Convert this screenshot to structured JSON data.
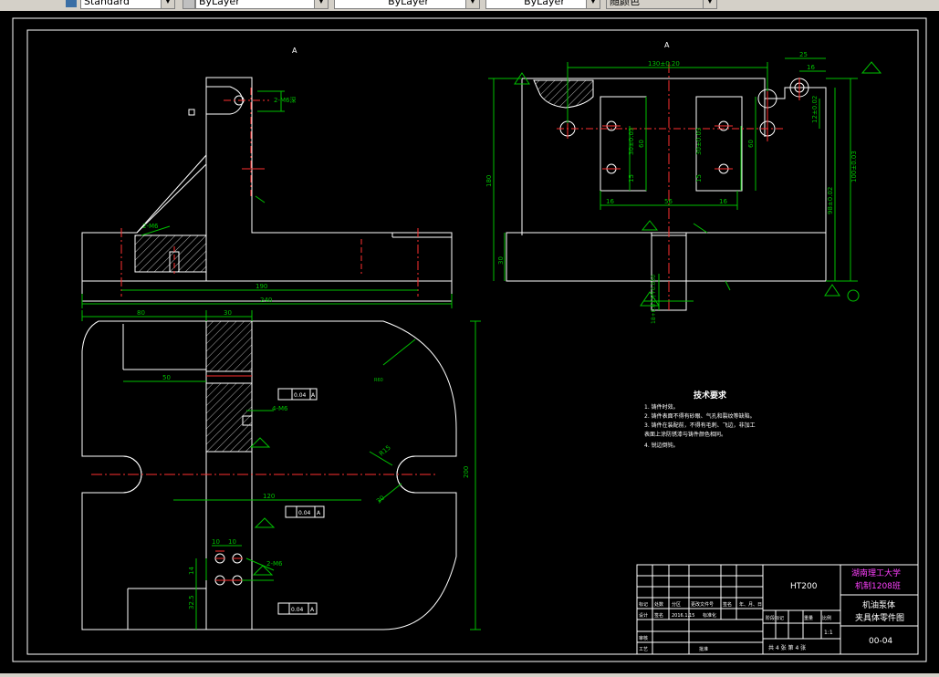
{
  "toolbar": {
    "textstyle": "Standard",
    "layer": "ByLayer",
    "linetype": "ByLayer",
    "lineweight": "ByLayer",
    "plotstyle": "随颜色"
  },
  "drawing": {
    "view_label_left": "A",
    "view_label_right": "A",
    "dims": {
      "d_190": "190",
      "d_240": "240",
      "d_80": "80",
      "d_30": "30",
      "d_50": "50",
      "d_120": "120",
      "d_200": "200",
      "d_130": "130±0.20",
      "d_25": "25",
      "d_16": "16",
      "d_60a": "60",
      "d_60b": "60",
      "d_56": "56",
      "d_16a": "16",
      "d_16b": "16",
      "d_30a": "30±0.03",
      "d_30b": "30±0.03",
      "d_15a": "15",
      "d_15b": "15",
      "d_100": "100±0.03",
      "d_180": "180",
      "d_98": "98±0.02",
      "d_30c": "30",
      "d_12": "12±0.02",
      "d_18": "18+0.077/+0.050",
      "d_14": "14",
      "d_325": "32.5",
      "d_10a": "10",
      "d_10b": "10",
      "d_r15": "R15",
      "d_30r": "30",
      "d_r60": "R60",
      "hole_2m6": "2-M6",
      "hole_2m6b": "2-M6",
      "hole_4m6": "4-M6",
      "hole_2m6l": "2-M6深",
      "tol_1": "0.04",
      "tol_2": "0.04",
      "tol_3": "0.04",
      "tol_a": "A"
    },
    "tech_req": {
      "title": "技术要求",
      "lines": [
        "1. 铸件时效。",
        "2. 铸件表面不得有砂眼、气孔和裂纹等缺陷。",
        "3. 铸件在装配前，不得有毛刺、飞边，非加工",
        "表面上涂防锈漆与铸件颜色相同。",
        "4. 锐边倒钝。"
      ]
    },
    "title_block": {
      "school": "湖南理工大学",
      "class": "机制1208班",
      "material": "HT200",
      "part1": "机油泵体",
      "part2": "夹具体零件图",
      "code": "00-04",
      "scale": "1:1",
      "sheet": "共 4 张  第 4 张",
      "designer": "设计",
      "check": "审核",
      "process": "工艺",
      "approve": "批准",
      "row1": [
        "标记",
        "处数",
        "分区",
        "更改文件号",
        "签名",
        "年、月、日"
      ],
      "row2": [
        "设计",
        "签名",
        "2016.1.15",
        "标准化"
      ],
      "stage": "阶段标记",
      "weight": "重量",
      "ratio": "比例"
    }
  }
}
